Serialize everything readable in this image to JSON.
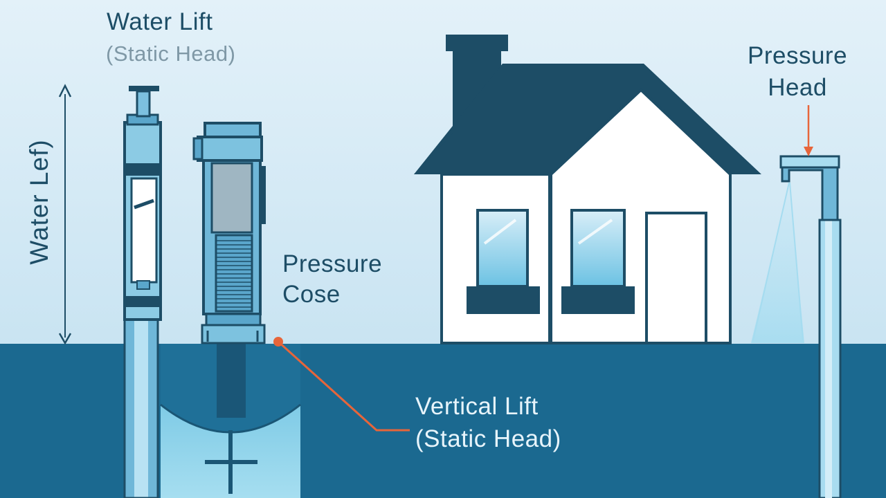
{
  "labels": {
    "water_lift_title": "Water Lift",
    "water_lift_subtitle": "(Static Head)",
    "side_label": "Water Lef)",
    "pressure_head_line1": "Pressure",
    "pressure_head_line2": "Head",
    "pressure_cose_line1": "Pressure",
    "pressure_cose_line2": "Cose",
    "vertical_lift_line1": "Vertical Lift",
    "vertical_lift_line2": "(Static Head)"
  },
  "colors": {
    "sky": "#d9ecf7",
    "ground": "#1b6990",
    "navy": "#1d4d66",
    "water": "#8fd3ea",
    "accent": "#e7653a"
  }
}
